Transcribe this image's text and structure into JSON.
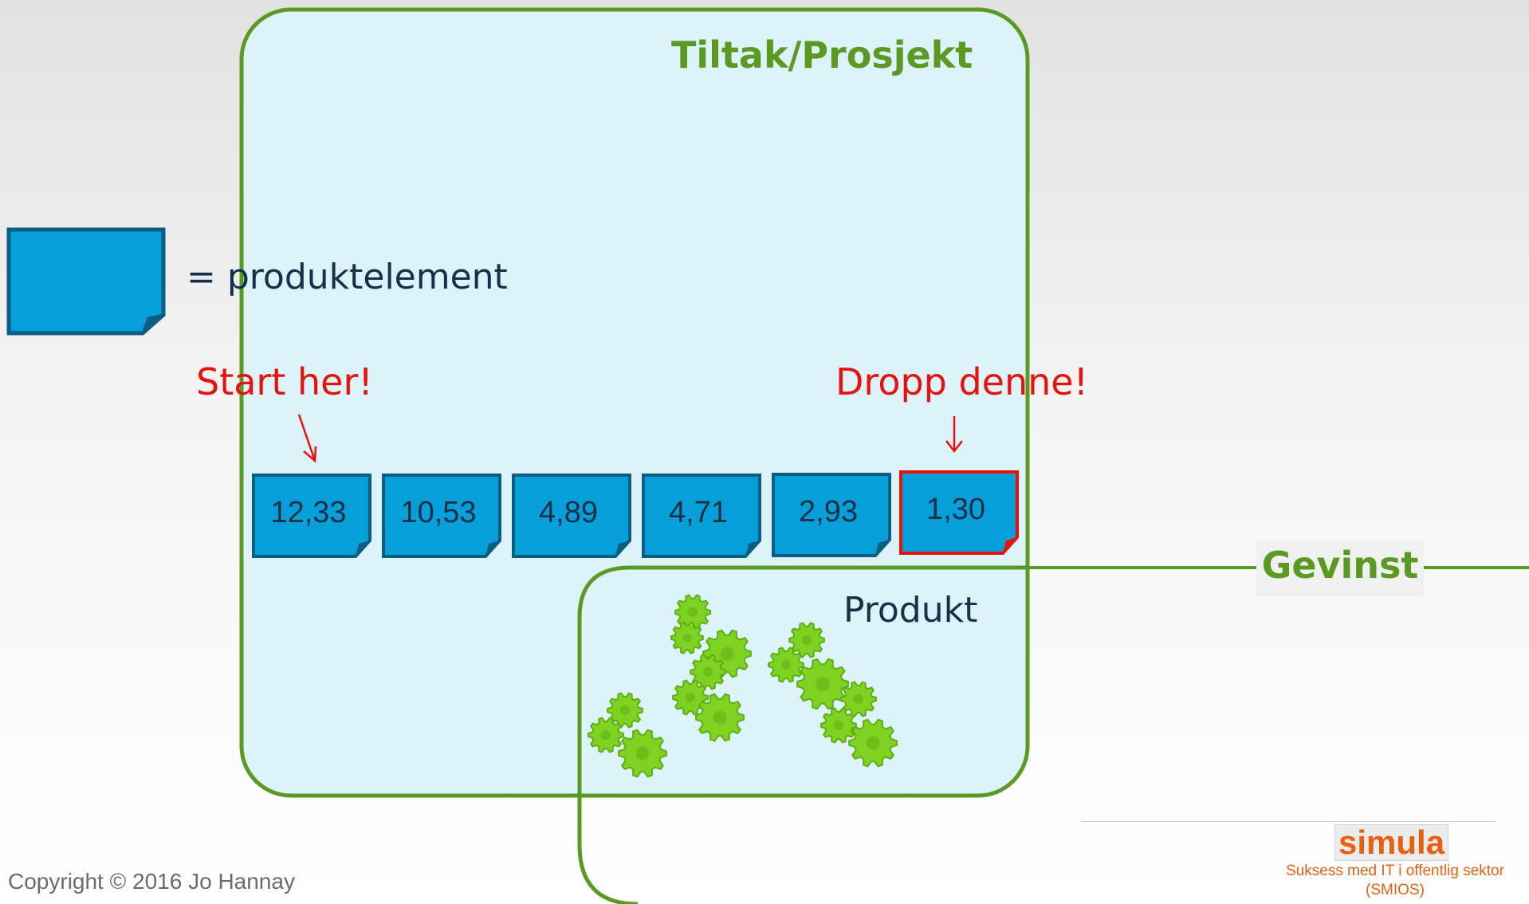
{
  "colors": {
    "project_fill": "#ddf3fa",
    "frame_green": "#5a9a23",
    "note_blue": "#069fd9",
    "note_border": "#0b5d82",
    "highlight_red": "#e8120c",
    "gear_green": "#7ed321",
    "brand_orange": "#e8600f"
  },
  "legend": {
    "text": "= produktelement",
    "icon": "sticky-note-icon"
  },
  "project": {
    "title": "Tiltak/Prosjekt"
  },
  "product": {
    "title": "Produkt",
    "icon": "gears-icon"
  },
  "benefit": {
    "label": "Gevinst"
  },
  "annotations": {
    "start": "Start her!",
    "drop": "Dropp denne!"
  },
  "elements": [
    {
      "value": "12,33",
      "highlighted": false
    },
    {
      "value": "10,53",
      "highlighted": false
    },
    {
      "value": "4,89",
      "highlighted": false
    },
    {
      "value": "4,71",
      "highlighted": false
    },
    {
      "value": "2,93",
      "highlighted": false
    },
    {
      "value": "1,30",
      "highlighted": true
    }
  ],
  "footer": {
    "copyright": "Copyright © 2016 Jo Hannay",
    "logo": "simula",
    "tagline_line1": "Suksess med IT i offentlig sektor",
    "tagline_line2": "(SMIOS)"
  }
}
